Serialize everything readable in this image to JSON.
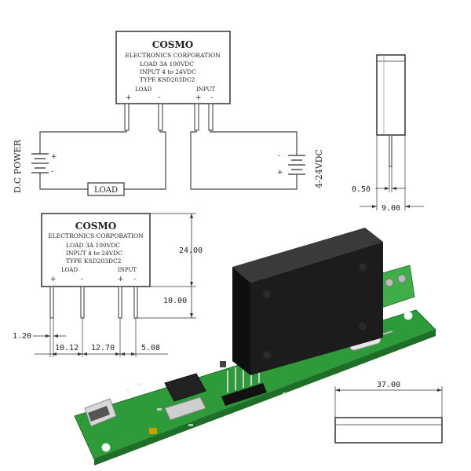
{
  "relay_top": {
    "brand": "COSMO",
    "company": "ELECTRONICS CORPORATION",
    "load_spec": "LOAD   3A  100VDC",
    "input_spec": "INPUT  4 to 24VDC",
    "type_spec": "TYPE   KSD203DC2",
    "load_label": "LOAD",
    "input_label": "INPUT",
    "plus": "+",
    "minus": "-"
  },
  "circuit": {
    "dc_power_label": "D.C POWER",
    "load_box_label": "LOAD",
    "input_voltage_label": "4-24VDC",
    "plus": "+",
    "minus": "-"
  },
  "side_view": {
    "pin_width": "0.50",
    "body_depth": "9.00"
  },
  "relay_front": {
    "brand": "COSMO",
    "company": "ELECTRONICS CORPORATION",
    "load_spec": "LOAD   3A  100VDC",
    "input_spec": "INPUT  4 to 24VDC",
    "type_spec": "TYPE   KSD203DC2",
    "load_label": "LOAD",
    "input_label": "INPUT",
    "plus": "+",
    "minus": "-",
    "height_dim": "24.00",
    "pin_len_dim": "10.00",
    "pin_width_dim": "1.20",
    "pitch1_dim": "10.12",
    "pitch2_dim": "12.70",
    "pitch3_dim": "5.08"
  },
  "bottom_view": {
    "length_dim": "37.00"
  },
  "colors": {
    "pcb_green": "#2e9a3a",
    "relay_body": "#1c1c1c",
    "terminal_green": "#3fae4a"
  }
}
